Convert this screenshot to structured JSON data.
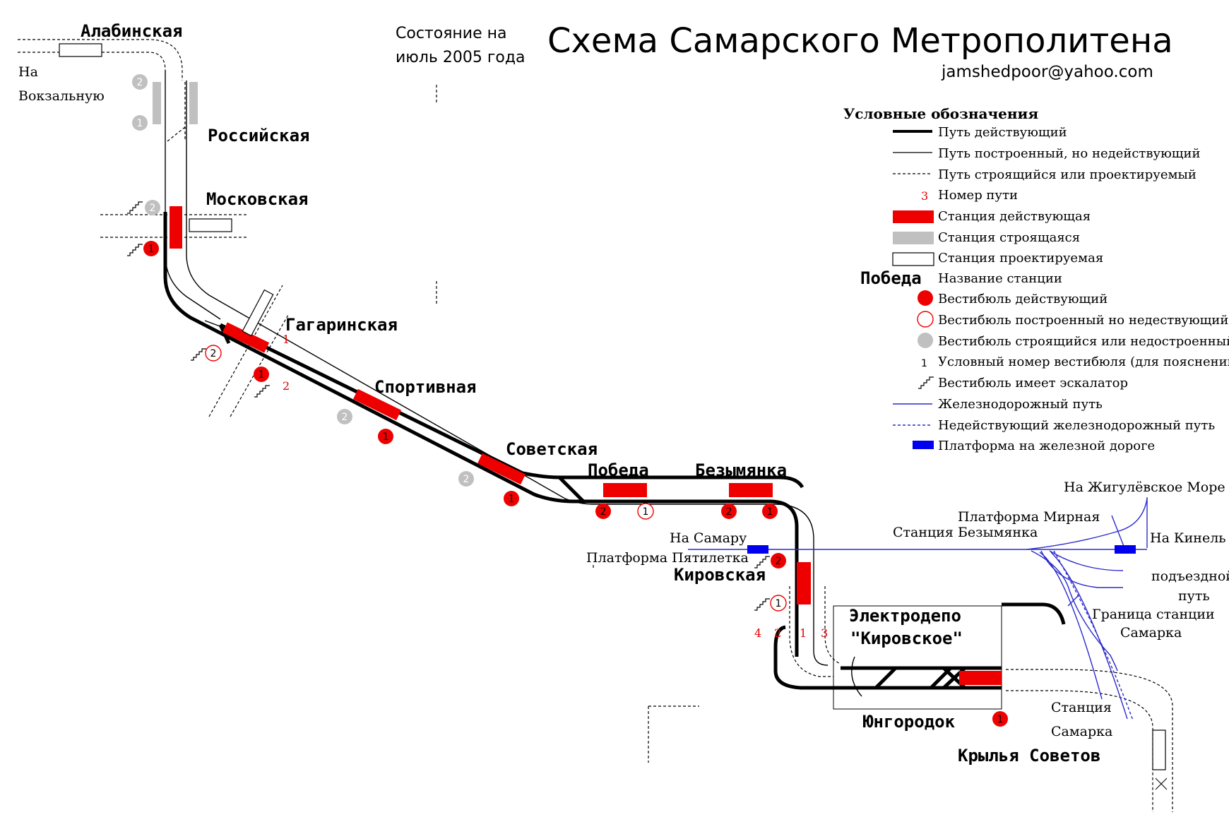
{
  "header": {
    "title": "Схема Самарского Метрополитена",
    "status_line1": "Состояние на",
    "status_line2": "июль 2005 года",
    "email": "jamshedpoor@yahoo.com"
  },
  "colors": {
    "station_active": "#ee0000",
    "station_building": "#c0c0c0",
    "vestibule_active": "#ee0000",
    "vestibule_building": "#c0c0c0",
    "railway": "#2a2acc",
    "railway_platform": "#0000ee",
    "track_number": "#e00000"
  },
  "stations": {
    "alabinskaya": "Алабинская",
    "rossiyskaya": "Российская",
    "moskovskaya": "Московская",
    "gagarinskaya": "Гагаринская",
    "sportivnaya": "Спортивная",
    "sovetskaya": "Советская",
    "pobeda": "Победа",
    "bezymyanka": "Безымянка",
    "kirovskaya": "Кировская",
    "yungorodok": "Юнгородок",
    "krylya_sovetov": "Крылья Советов"
  },
  "depot": {
    "line1": "Электродепо",
    "line2": "\"Кировское\""
  },
  "labels": {
    "na": "На",
    "vokzalnuyu": "Вокзальную",
    "na_samaru": "На Самару",
    "platforma_pyatiletka": "Платформа Пятилетка",
    "stanciya_bezymyanka": "Станция Безымянка",
    "platforma_mirnaya": "Платформа Мирная",
    "na_zhigulevskoe_more": "На Жигулёвское Море",
    "na_kinel": "На Кинель",
    "podezdnoy": "подъездной",
    "put": "путь",
    "granica_line1": "Граница станции",
    "granica_line2": "Самарка",
    "stanciya": "Станция",
    "samarka": "Самарка"
  },
  "vestibules": {
    "alab_2": "2",
    "alab_1": "1",
    "mosk_2": "2",
    "mosk_1": "1",
    "gag_2": "2",
    "gag_1": "1",
    "sport_2": "2",
    "sport_1": "1",
    "sov_2": "2",
    "sov_1": "1",
    "pob_2": "2",
    "pob_1": "1",
    "bez_2": "2",
    "bez_1": "1",
    "kir_2": "2",
    "kir_1": "1",
    "yung_1": "1"
  },
  "track_numbers": {
    "gag_1": "1",
    "gag_2": "2",
    "kir_4": "4",
    "kir_2": "2",
    "kir_1": "1",
    "kir_3": "3"
  },
  "legend": {
    "title": "Условные обозначения",
    "items": [
      {
        "key": "track_active",
        "text": "Путь действующий"
      },
      {
        "key": "track_built",
        "text": "Путь построенный, но недействующий"
      },
      {
        "key": "track_planned",
        "text": "Путь строящийся или проектируемый"
      },
      {
        "key": "track_number",
        "text": "Номер пути",
        "sample": "3"
      },
      {
        "key": "station_active",
        "text": "Станция действующая"
      },
      {
        "key": "station_building",
        "text": "Станция строящаяся"
      },
      {
        "key": "station_planned",
        "text": "Станция проектируемая"
      },
      {
        "key": "station_name",
        "text": "Название станции",
        "sample": "Победа"
      },
      {
        "key": "vestibule_active",
        "text": "Вестибюль действующий"
      },
      {
        "key": "vestibule_built",
        "text": "Вестибюль построенный но недествующий"
      },
      {
        "key": "vestibule_building",
        "text": "Вестибюль строящийся или недостроенный"
      },
      {
        "key": "vestibule_number",
        "text": "Условный номер вестибюля (для пояснений)",
        "sample": "1"
      },
      {
        "key": "escalator",
        "text": "Вестибюль имеет эскалатор"
      },
      {
        "key": "railway",
        "text": "Железнодорожный путь"
      },
      {
        "key": "railway_inactive",
        "text": "Недействующий железнодорожный путь"
      },
      {
        "key": "rail_platform",
        "text": "Платформа на железной дороге"
      }
    ]
  }
}
